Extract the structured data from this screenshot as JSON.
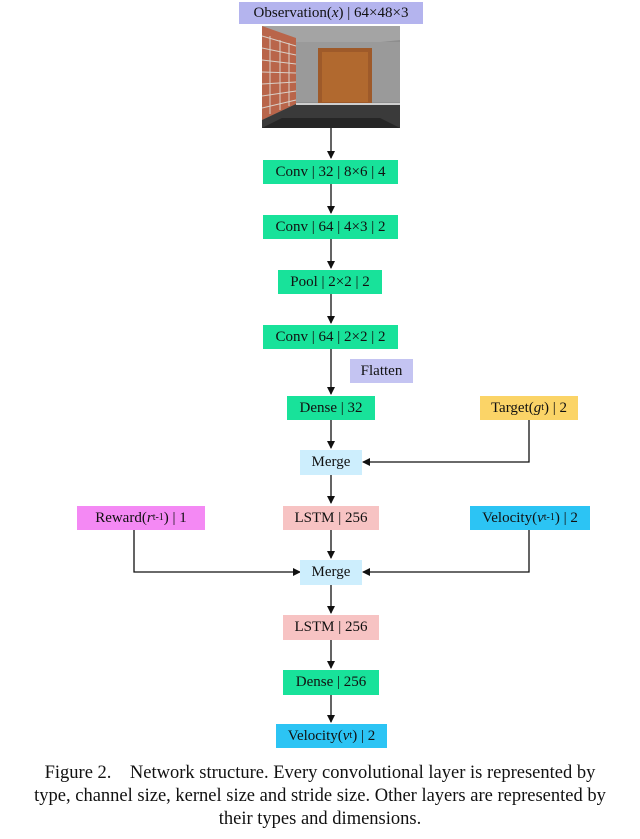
{
  "nodes": {
    "observation": {
      "prefix": "Observation(",
      "var": "x",
      "suffix": ") | 64×48×3"
    },
    "conv1": "Conv | 32 | 8×6 | 4",
    "conv2": "Conv | 64 | 4×3 | 2",
    "pool": "Pool | 2×2 | 2",
    "conv3": "Conv | 64 | 2×2 | 2",
    "flatten": "Flatten",
    "dense1": "Dense | 32",
    "target": {
      "prefix": "Target(",
      "var": "g",
      "sub": "t",
      "suffix": ") | 2"
    },
    "merge1": "Merge",
    "reward": {
      "prefix": "Reward(",
      "var": "r",
      "sub": "t-1",
      "suffix": ") | 1"
    },
    "lstm1": "LSTM | 256",
    "velocity_in": {
      "prefix": "Velocity(",
      "var": "v",
      "sub": "t-1",
      "suffix": ") | 2"
    },
    "merge2": "Merge",
    "lstm2": "LSTM | 256",
    "dense2": "Dense | 256",
    "velocity_out": {
      "prefix": "Velocity(",
      "var": "v",
      "sub": "t",
      "suffix": ") | 2"
    }
  },
  "caption": {
    "line1": "Figure 2.    Network structure. Every convolutional layer is represented by",
    "line2": "type, channel size, kernel size and stride size. Other layers are represented by",
    "line3": "their types and dimensions."
  },
  "colors": {
    "observation": "#b4b4ee",
    "conv_dense": "#18e29a",
    "flatten": "#c4c4f2",
    "target": "#fbd467",
    "merge": "#cdeefd",
    "lstm": "#f7c3c3",
    "reward": "#f489f4",
    "velocity": "#2cc4f4"
  }
}
